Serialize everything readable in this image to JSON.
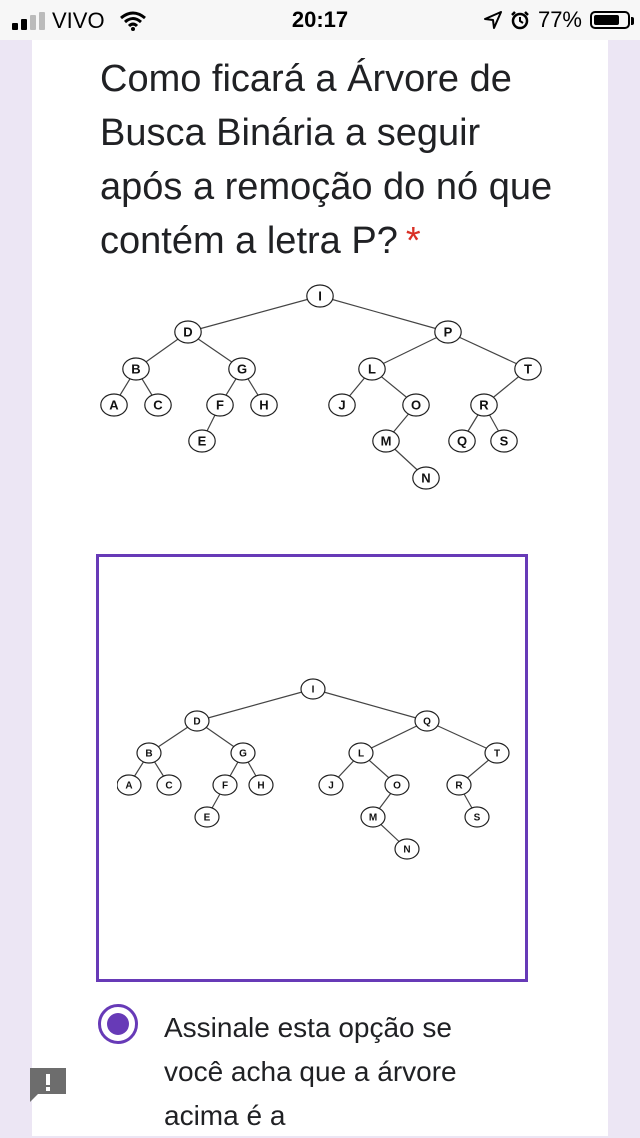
{
  "status_bar": {
    "carrier": "VIVO",
    "time": "20:17",
    "battery_percent": "77%",
    "battery_level": 0.77
  },
  "question": {
    "text": "Como ficará a Árvore de Busca Binária a seguir após a remoção do nó que contém a letra P?",
    "required_mark": "*"
  },
  "question_tree": {
    "nodes": [
      "I",
      "D",
      "P",
      "B",
      "G",
      "L",
      "T",
      "A",
      "C",
      "F",
      "H",
      "J",
      "O",
      "R",
      "E",
      "M",
      "Q",
      "S",
      "N"
    ],
    "edges": [
      [
        "I",
        "D"
      ],
      [
        "I",
        "P"
      ],
      [
        "D",
        "B"
      ],
      [
        "D",
        "G"
      ],
      [
        "B",
        "A"
      ],
      [
        "B",
        "C"
      ],
      [
        "G",
        "F"
      ],
      [
        "G",
        "H"
      ],
      [
        "F",
        "E"
      ],
      [
        "P",
        "L"
      ],
      [
        "P",
        "T"
      ],
      [
        "L",
        "J"
      ],
      [
        "L",
        "O"
      ],
      [
        "O",
        "M"
      ],
      [
        "M",
        "N"
      ],
      [
        "T",
        "R"
      ],
      [
        "R",
        "Q"
      ],
      [
        "R",
        "S"
      ]
    ]
  },
  "option": {
    "tree": {
      "nodes": [
        "I",
        "D",
        "Q",
        "B",
        "G",
        "L",
        "T",
        "A",
        "C",
        "F",
        "H",
        "J",
        "O",
        "R",
        "E",
        "M",
        "S",
        "N"
      ],
      "edges": [
        [
          "I",
          "D"
        ],
        [
          "I",
          "Q"
        ],
        [
          "D",
          "B"
        ],
        [
          "D",
          "G"
        ],
        [
          "B",
          "A"
        ],
        [
          "B",
          "C"
        ],
        [
          "G",
          "F"
        ],
        [
          "G",
          "H"
        ],
        [
          "F",
          "E"
        ],
        [
          "Q",
          "L"
        ],
        [
          "Q",
          "T"
        ],
        [
          "L",
          "J"
        ],
        [
          "L",
          "O"
        ],
        [
          "O",
          "M"
        ],
        [
          "M",
          "N"
        ],
        [
          "T",
          "R"
        ],
        [
          "R",
          "S"
        ]
      ]
    },
    "selected": true,
    "label": "Assinale esta opção se você acha que a árvore acima é a"
  },
  "colors": {
    "accent": "#673ab7",
    "required": "#d93025",
    "page_bg": "#ece6f4"
  },
  "icons": {
    "signal": "cellular-signal-icon",
    "wifi": "wifi-icon",
    "location": "location-arrow-icon",
    "alarm": "alarm-clock-icon",
    "battery": "battery-icon",
    "feedback": "report-problem-icon"
  }
}
